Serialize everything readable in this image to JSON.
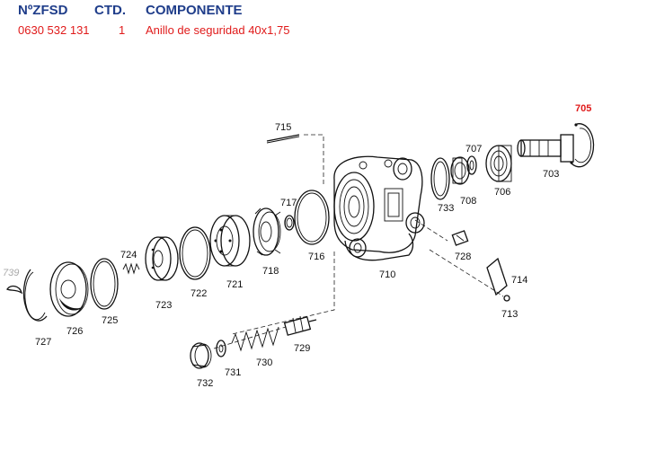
{
  "table": {
    "headers": {
      "part_no": "NºZFSD",
      "qty": "CTD.",
      "component": "COMPONENTE"
    },
    "row": {
      "part_no": "0630 532 131",
      "qty": "1",
      "component": "Anillo de seguridad 40x1,75"
    }
  },
  "colors": {
    "header": "#1f3d8a",
    "highlight": "#e01a1a"
  },
  "diagram": {
    "labels": {
      "p705": "705",
      "p715": "715",
      "p707": "707",
      "p703": "703",
      "p708": "708",
      "p706": "706",
      "p733": "733",
      "p717": "717",
      "p716": "716",
      "p728": "728",
      "p724": "724",
      "p723": "723",
      "p722": "722",
      "p721": "721",
      "p718": "718",
      "p710": "710",
      "p714": "714",
      "p713": "713",
      "p739": "739",
      "p727": "727",
      "p726": "726",
      "p725": "725",
      "p729": "729",
      "p730": "730",
      "p731": "731",
      "p732": "732"
    },
    "highlighted": "705"
  }
}
